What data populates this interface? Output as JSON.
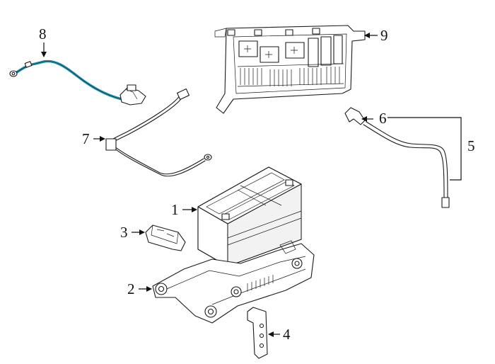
{
  "diagram": {
    "accent_color": "#1f93b0",
    "callouts": [
      {
        "id": "1",
        "label": "1"
      },
      {
        "id": "2",
        "label": "2"
      },
      {
        "id": "3",
        "label": "3"
      },
      {
        "id": "4",
        "label": "4"
      },
      {
        "id": "5",
        "label": "5"
      },
      {
        "id": "6",
        "label": "6"
      },
      {
        "id": "7",
        "label": "7"
      },
      {
        "id": "8",
        "label": "8"
      },
      {
        "id": "9",
        "label": "9"
      }
    ],
    "highlighted_part": "8"
  }
}
